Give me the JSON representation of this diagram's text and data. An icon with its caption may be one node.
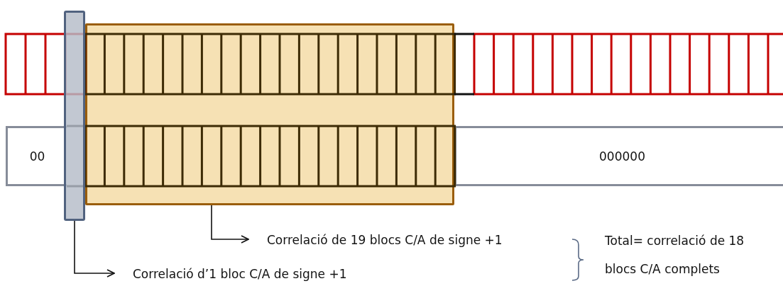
{
  "diagram": {
    "nodes": [
      {
        "text": [],
        "shape": "box"
      },
      {
        "text": [],
        "shape": "bar"
      },
      {
        "text": [
          "Correlació de 19 blocs C/A de signe +1"
        ]
      },
      {
        "text": [
          "Correlació d’1 bloc C/A de signe +1"
        ]
      },
      {
        "text": [
          "00"
        ]
      },
      {
        "text": [
          "000000"
        ]
      }
    ],
    "edges": [
      {
        "from": 0,
        "to": 2,
        "arrow": "to"
      },
      {
        "from": 1,
        "to": 3,
        "arrow": "to"
      }
    ],
    "labels": [
      "Total= correlació de 18 blocs C/A complets"
    ]
  }
}
